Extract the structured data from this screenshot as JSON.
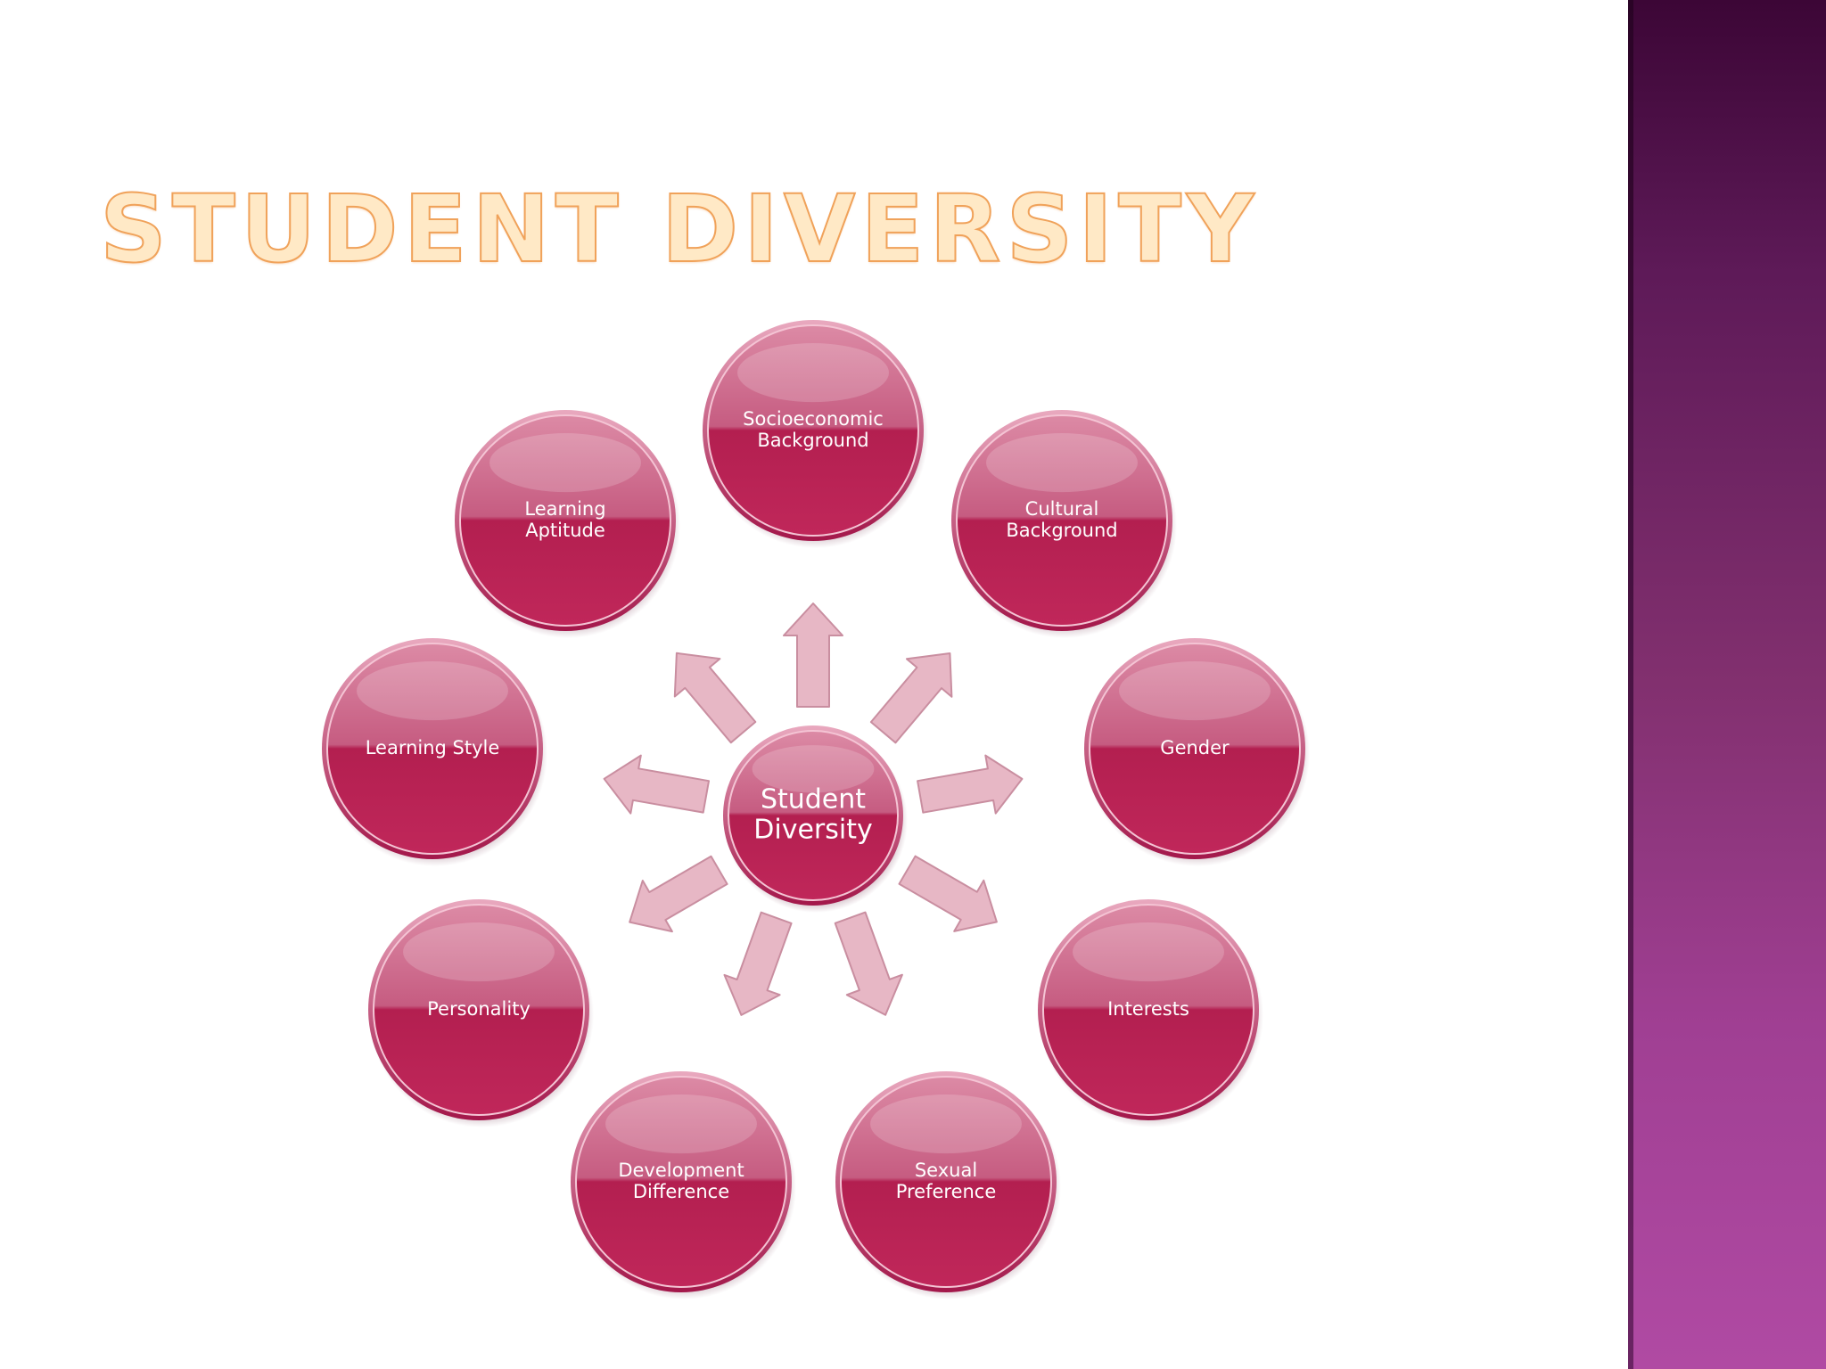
{
  "slide": {
    "title": "Student Diversity"
  },
  "diagram": {
    "center": {
      "lines": [
        "Student",
        "Diversity"
      ]
    },
    "nodes": [
      {
        "id": "socioeconomic",
        "lines": [
          "Socioeconomic",
          "Background"
        ]
      },
      {
        "id": "cultural",
        "lines": [
          "Cultural",
          "Background"
        ]
      },
      {
        "id": "gender",
        "lines": [
          "Gender"
        ]
      },
      {
        "id": "interests",
        "lines": [
          "Interests"
        ]
      },
      {
        "id": "sexual-preference",
        "lines": [
          "Sexual",
          "Preference"
        ]
      },
      {
        "id": "development-difference",
        "lines": [
          "Development",
          "Difference"
        ]
      },
      {
        "id": "personality",
        "lines": [
          "Personality"
        ]
      },
      {
        "id": "learning-style",
        "lines": [
          "Learning Style"
        ]
      },
      {
        "id": "learning-aptitude",
        "lines": [
          "Learning",
          "Aptitude"
        ]
      }
    ],
    "colors": {
      "node_top": "#d97a9a",
      "node_bottom": "#b0204e",
      "node_rim": "#c0587c",
      "arrow_fill": "#e7b7c5",
      "arrow_stroke": "#c98ea0",
      "title_fill": "#ffe9c6",
      "title_outline": "#f0a25a",
      "side_band_top": "#3c0636",
      "side_band_bottom": "#b04aa3"
    }
  }
}
